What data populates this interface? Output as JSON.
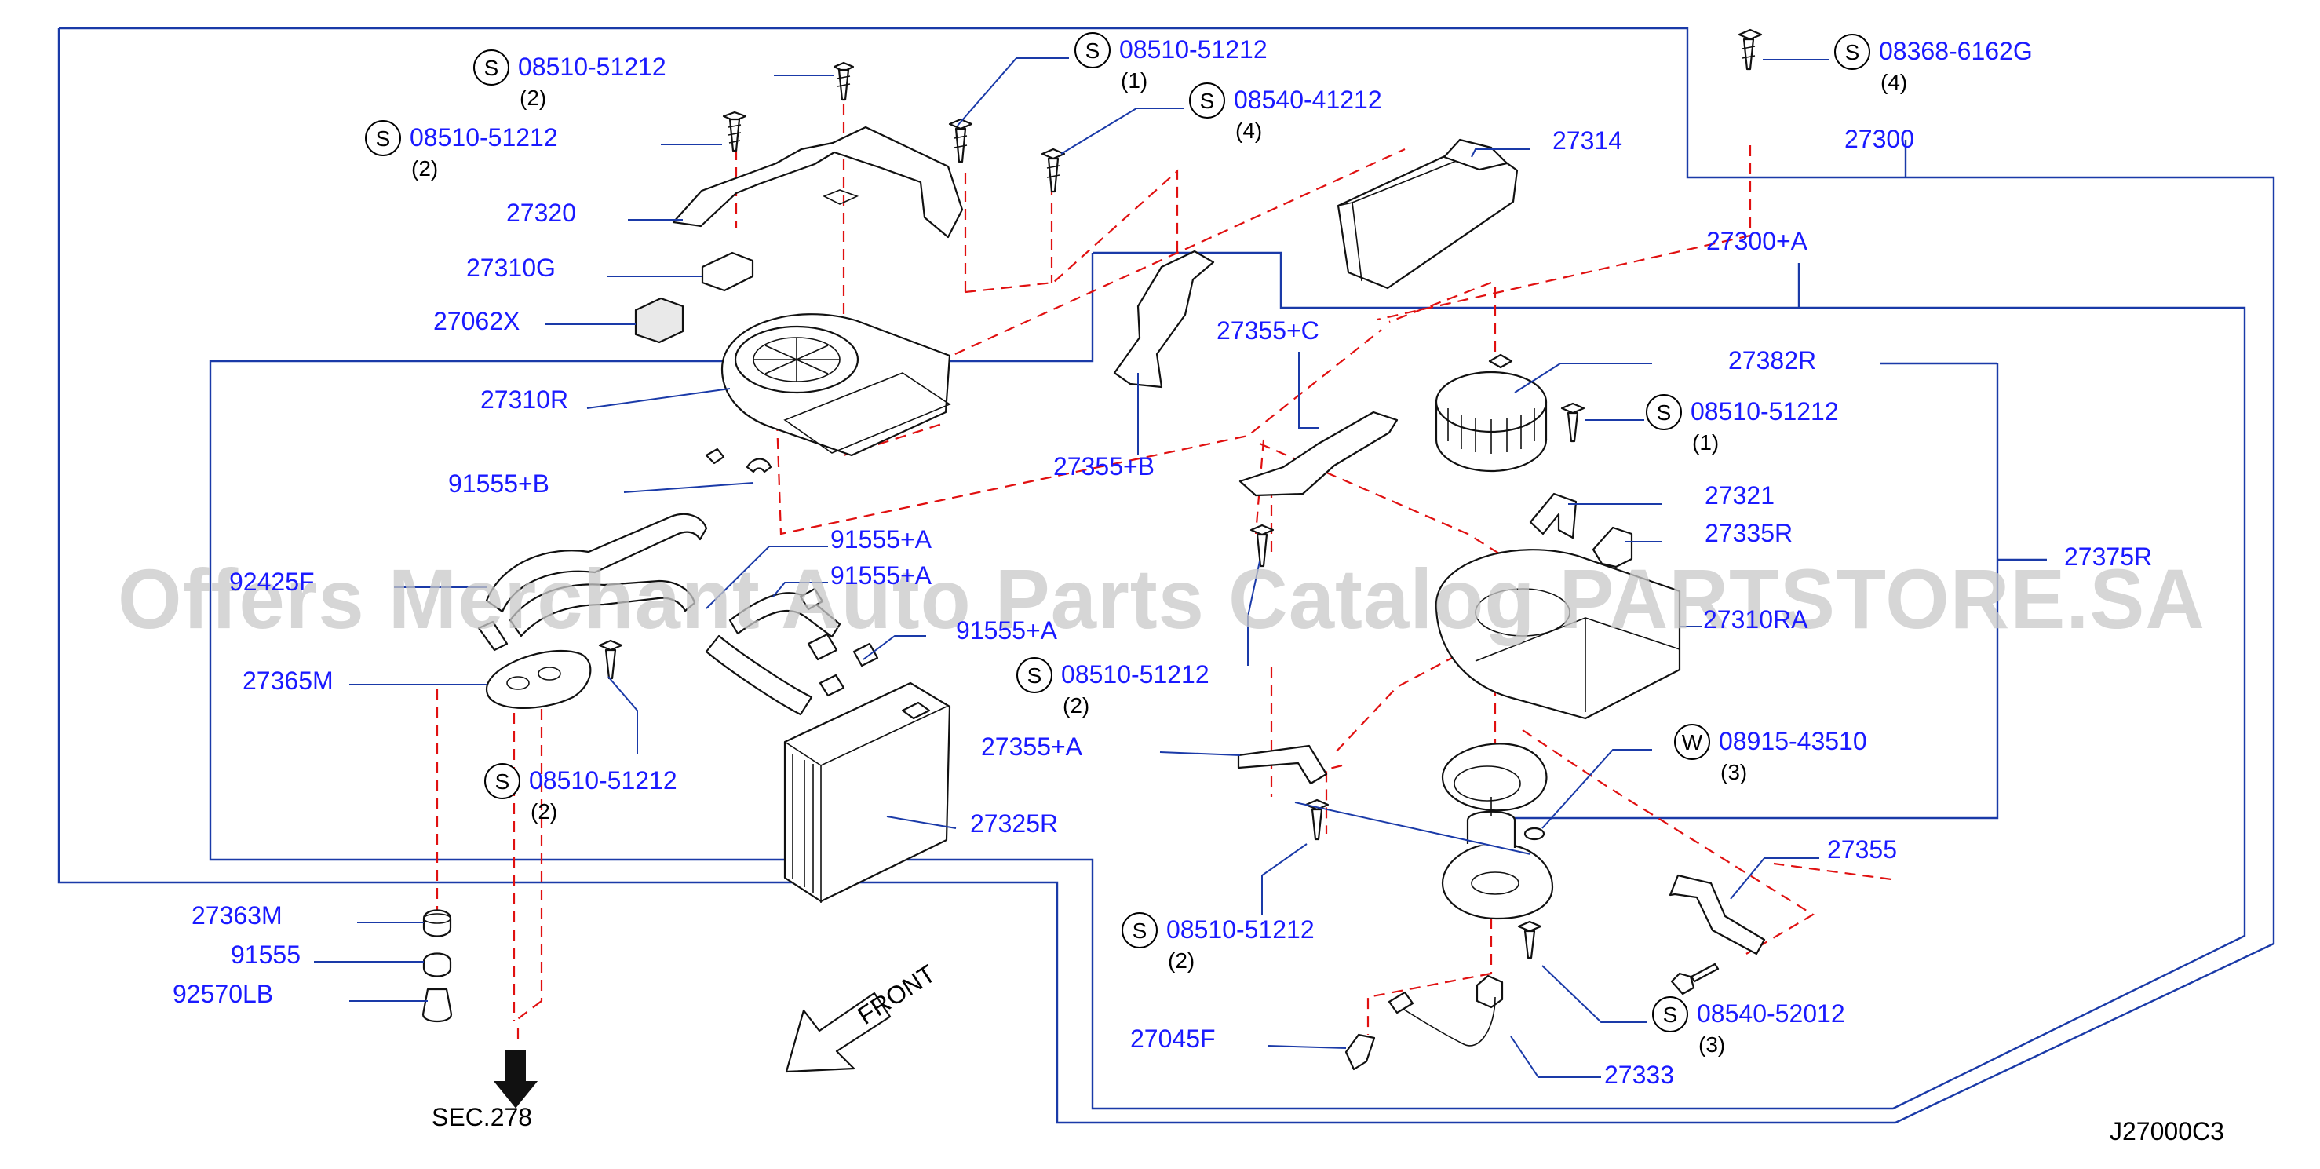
{
  "diagram": {
    "code": "J27000C3",
    "section_ref": "SEC.278",
    "front_label": "FRONT",
    "watermark": "Offers Merchant Auto Parts Catalog PARTSTORE.SA",
    "fastener_callouts": [
      {
        "symbol": "S",
        "part": "08510-51212",
        "qty": "(2)"
      },
      {
        "symbol": "S",
        "part": "08510-51212",
        "qty": "(1)"
      },
      {
        "symbol": "S",
        "part": "08368-6162G",
        "qty": "(4)"
      },
      {
        "symbol": "S",
        "part": "08510-51212",
        "qty": "(2)"
      },
      {
        "symbol": "S",
        "part": "08540-41212",
        "qty": "(4)"
      },
      {
        "symbol": "S",
        "part": "08510-51212",
        "qty": "(1)"
      },
      {
        "symbol": "S",
        "part": "08510-51212",
        "qty": "(2)"
      },
      {
        "symbol": "W",
        "part": "08915-43510",
        "qty": "(3)"
      },
      {
        "symbol": "S",
        "part": "08510-51212",
        "qty": "(2)"
      },
      {
        "symbol": "S",
        "part": "08510-51212",
        "qty": "(2)"
      },
      {
        "symbol": "S",
        "part": "08540-52012",
        "qty": "(3)"
      }
    ],
    "part_labels": [
      "27314",
      "27300",
      "27320",
      "27300+A",
      "27310G",
      "27062X",
      "27355+C",
      "27382R",
      "27310R",
      "27355+B",
      "27321",
      "91555+B",
      "27335R",
      "91555+A",
      "92425F",
      "91555+A",
      "27375R",
      "27310RA",
      "91555+A",
      "27365M",
      "27355+A",
      "27325R",
      "27355",
      "27363M",
      "91555",
      "92570LB",
      "27045F",
      "27333"
    ]
  }
}
